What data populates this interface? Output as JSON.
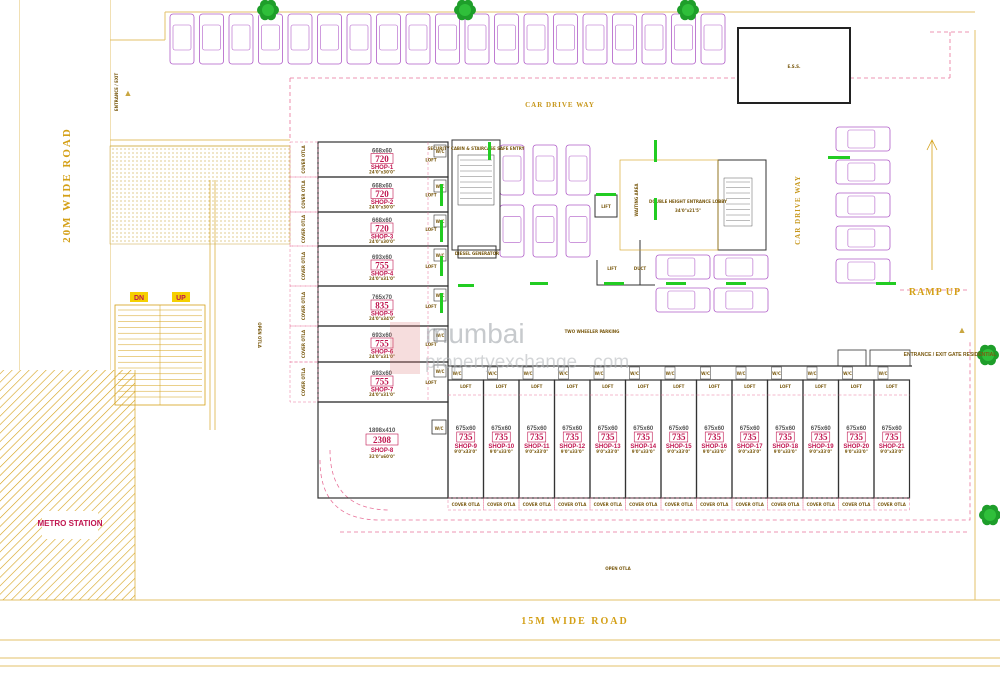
{
  "roads": {
    "west": "20M WIDE ROAD",
    "south": "15M WIDE ROAD"
  },
  "labels": {
    "car_drive_way_top": "CAR DRIVE WAY",
    "car_drive_way_right": "CAR DRIVE WAY",
    "ramp_up": "RAMP UP",
    "entrance_exit": "ENTRANCE / EXIT GATE RESIDENTIAL",
    "entrance_exit_top": "ENTRANCE / EXIT",
    "ess": "E.S.S.",
    "metro_station": "METRO STATION",
    "dn": "DN",
    "up": "UP",
    "open_otla_left": "OPEN OTLA",
    "open_otla_bottom": "OPEN OTLA",
    "two_wheeler_parking": "TWO WHEELER PARKING",
    "double_height_lobby": "DOUBLE HEIGHT ENTRANCE LOBBY",
    "lobby_dim": "34'0\"x21'5\"",
    "diesel_generator": "DIESEL GENERATOR",
    "security_cabin": "SECURITY CABIN & STAIRCASE SAFE ENTRY",
    "waiting_area": "WAITING AREA",
    "lift": "LIFT",
    "duct": "DUCT",
    "loft": "LOFT",
    "wc": "W/C",
    "cover_otla": "COVER OTLA"
  },
  "left_shops": [
    {
      "area": "720",
      "dim": "668x60",
      "name": "SHOP-1",
      "size": "24'0\"x30'0\""
    },
    {
      "area": "720",
      "dim": "668x60",
      "name": "SHOP-2",
      "size": "24'0\"x30'0\""
    },
    {
      "area": "720",
      "dim": "668x60",
      "name": "SHOP-3",
      "size": "24'0\"x30'0\""
    },
    {
      "area": "755",
      "dim": "693x60",
      "name": "SHOP-4",
      "size": "24'0\"x31'0\""
    },
    {
      "area": "835",
      "dim": "765x70",
      "name": "SHOP-5",
      "size": "24'0\"x34'0\""
    },
    {
      "area": "755",
      "dim": "693x60",
      "name": "SHOP-6",
      "size": "24'0\"x31'0\""
    },
    {
      "area": "755",
      "dim": "693x60",
      "name": "SHOP-7",
      "size": "24'0\"x31'0\""
    }
  ],
  "big_shop": {
    "area": "2308",
    "dim": "1898x410",
    "name": "SHOP-8",
    "size": "32'0\"x60'0\""
  },
  "bottom_shops": [
    {
      "area": "735",
      "dim": "675x60",
      "name": "SHOP-9"
    },
    {
      "area": "735",
      "dim": "675x60",
      "name": "SHOP-10"
    },
    {
      "area": "735",
      "dim": "675x60",
      "name": "SHOP-11"
    },
    {
      "area": "735",
      "dim": "675x60",
      "name": "SHOP-12"
    },
    {
      "area": "735",
      "dim": "675x60",
      "name": "SHOP-13"
    },
    {
      "area": "735",
      "dim": "675x60",
      "name": "SHOP-14"
    },
    {
      "area": "735",
      "dim": "675x60",
      "name": "SHOP-15"
    },
    {
      "area": "735",
      "dim": "675x60",
      "name": "SHOP-16"
    },
    {
      "area": "735",
      "dim": "675x60",
      "name": "SHOP-17"
    },
    {
      "area": "735",
      "dim": "675x60",
      "name": "SHOP-18"
    },
    {
      "area": "735",
      "dim": "675x60",
      "name": "SHOP-19"
    },
    {
      "area": "735",
      "dim": "675x60",
      "name": "SHOP-20"
    },
    {
      "area": "735",
      "dim": "675x60",
      "name": "SHOP-21"
    }
  ],
  "bottom_shop_size": "9'0\"x33'0\"",
  "watermark": {
    "line1": "mumbai",
    "line2": "propertyexchange",
    "suffix": ".com"
  },
  "colors": {
    "road": "#d4a017",
    "car": "#b05cc8",
    "wall": "#333333",
    "accent": "#c0154f",
    "pink": "#e8739a",
    "green_mark": "#22cc22",
    "tree": "#1e9e2a",
    "hatch": "#d4a017"
  }
}
